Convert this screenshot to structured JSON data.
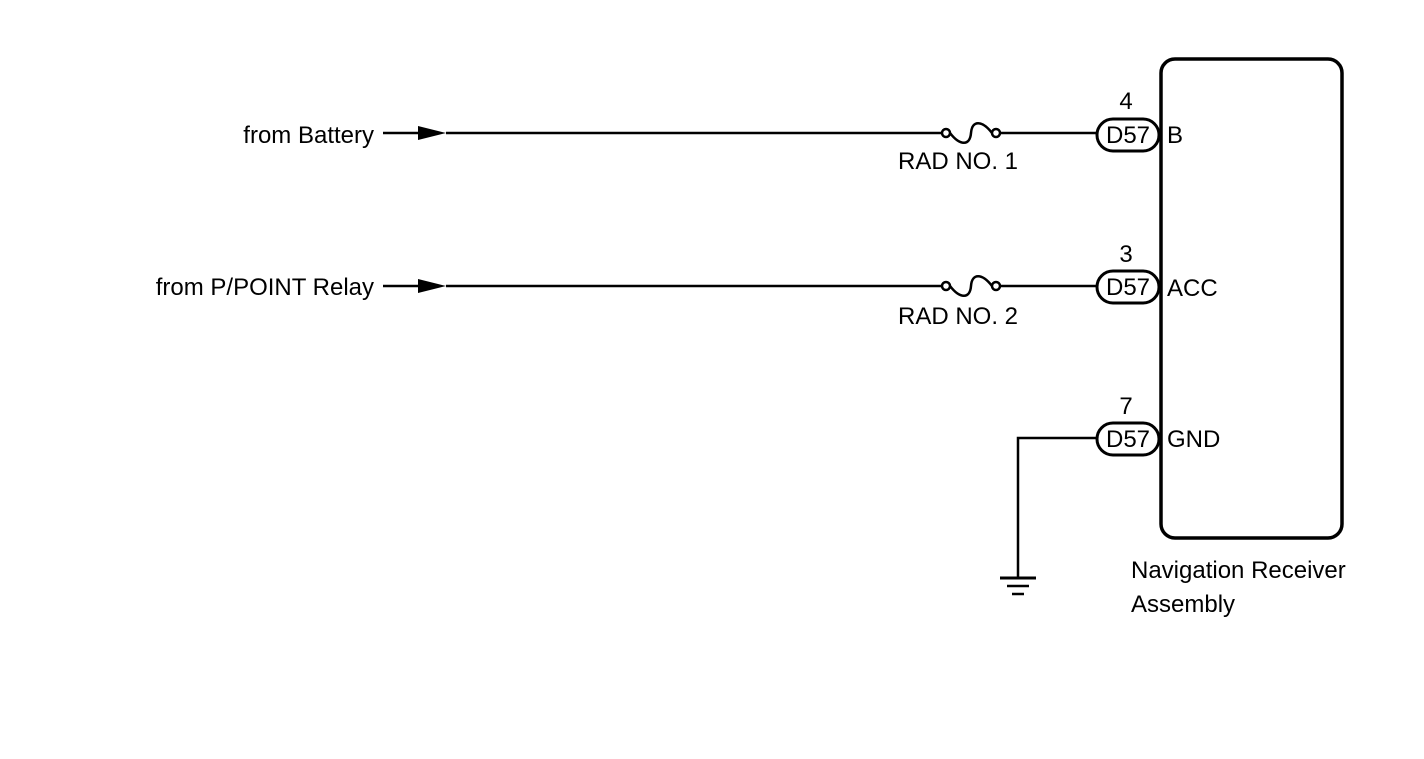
{
  "diagram": {
    "sources": [
      {
        "id": "battery",
        "label": "from Battery"
      },
      {
        "id": "ppoint",
        "label": "from P/POINT Relay"
      }
    ],
    "fuses": [
      {
        "id": "fuse1",
        "label": "RAD NO. 1"
      },
      {
        "id": "fuse2",
        "label": "RAD NO. 2"
      }
    ],
    "connectors": [
      {
        "id": "b",
        "connector": "D57",
        "pin": "4",
        "terminal": "B"
      },
      {
        "id": "acc",
        "connector": "D57",
        "pin": "3",
        "terminal": "ACC"
      },
      {
        "id": "gnd",
        "connector": "D57",
        "pin": "7",
        "terminal": "GND"
      }
    ],
    "component": {
      "name_line1": "Navigation Receiver",
      "name_line2": "Assembly"
    }
  }
}
